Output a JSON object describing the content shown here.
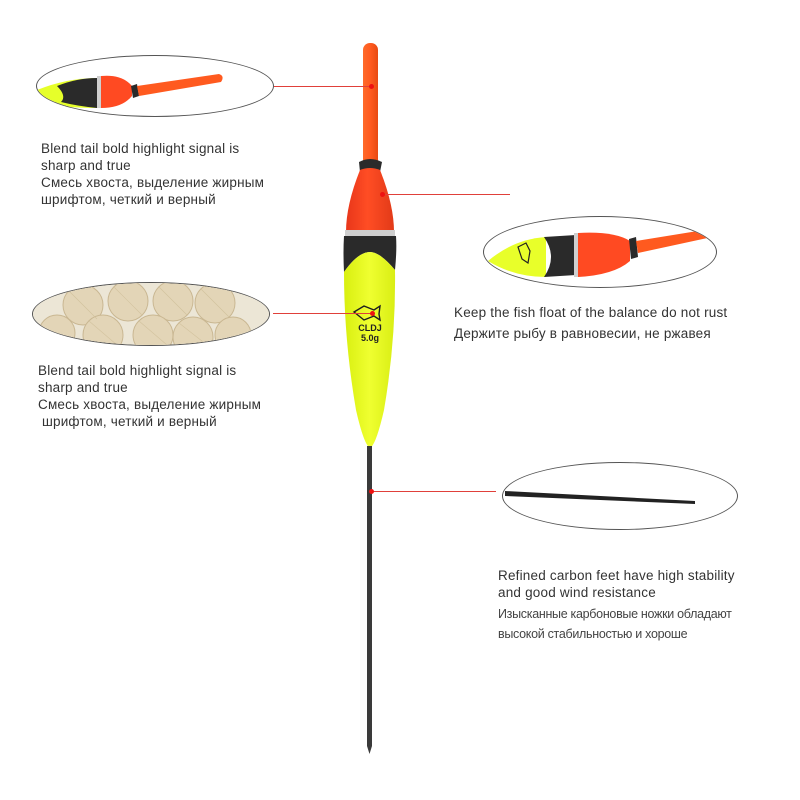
{
  "product": {
    "name": "Fishing float",
    "brand_mark": "CLDJ",
    "weight_label": "5.0g",
    "colors": {
      "antenna": "#ff5a1f",
      "body_top": "#ff4a22",
      "band_silver": "#c8c8c8",
      "band_black": "#2a2a2a",
      "body_bottom": "#eaff2a",
      "stem": "#333333",
      "leader_line": "#e0403a",
      "callout_border": "#555555"
    }
  },
  "callouts": [
    {
      "id": "tail-signal",
      "lines": [
        "Blend tail bold highlight signal is",
        "sharp and true",
        "Смесь хвоста, выделение жирным",
        "шрифтом, четкий и верный"
      ]
    },
    {
      "id": "balance",
      "lines": [
        "Keep the fish float of the balance do not rust",
        "Держите рыбу в равновесии, не ржавея"
      ]
    },
    {
      "id": "material",
      "lines": [
        "Blend tail bold highlight signal is",
        "sharp and true",
        "Смесь хвоста, выделение жирным",
        " шрифтом, четкий и верный"
      ]
    },
    {
      "id": "carbon-feet",
      "lines": [
        "Refined carbon feet have high stability",
        "and good wind resistance",
        "Изысканные карбоновые ножки обладают",
        "высокой стабильностью и хороше"
      ]
    }
  ]
}
